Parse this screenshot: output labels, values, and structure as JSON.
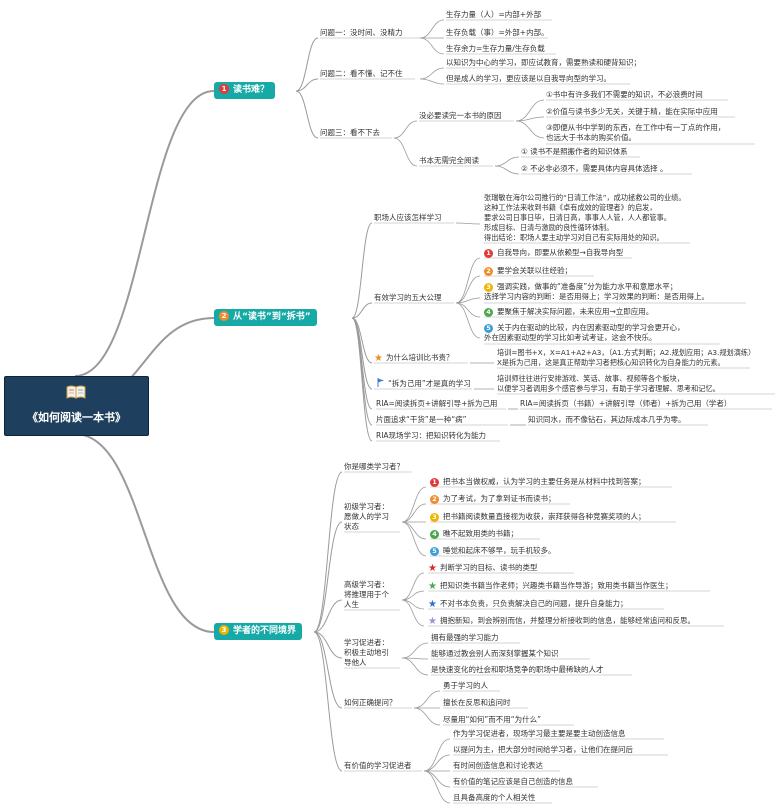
{
  "colors": {
    "branch_teal": "#17a9a6",
    "central_bg": "#1f3f5e",
    "line_gray": "#9a9a9a",
    "badge_red": "#e23a3a",
    "badge_orange": "#f08c2a",
    "badge_yellow": "#f0b400",
    "badge_green": "#4aa84a",
    "badge_blue": "#3a9fd8"
  },
  "icons": {
    "central": "open-book-icon",
    "star": "star-icon",
    "flag": "flag-icon"
  },
  "central": {
    "title": "《如何阅读一本书》"
  },
  "b1": {
    "label": "读书难？",
    "num": "1",
    "q1": {
      "label": "问题一：没时间、没精力",
      "c": [
        "生存力量（人）=内部+外部",
        "生存负载（事）=外部+内部。",
        "生存余力=生存力量/生存负载"
      ]
    },
    "q2": {
      "label": "问题二：看不懂、记不住",
      "c": [
        "以知识为中心的学习，即应试教育，需要熟读和硬背知识；",
        "但是成人的学习，更应该是以自我导向型的学习。"
      ]
    },
    "q3": {
      "label": "问题三：看不下去",
      "s1": {
        "label": "没必要读完一本书的原因",
        "c": [
          "①书中有许多我们不需要的知识，不必浪费时间",
          "②价值与读书多少无关，关键于精，能在实际中应用",
          "③即便从书中学到的东西，在工作中有一丁点的作用，\n也远大于书本的购买价值。"
        ]
      },
      "s2": {
        "label": "书本无需完全阅读",
        "c": [
          "① 读书不是照搬作者的知识体系",
          "② 不必非必须不，需要具体内容具体选择 。"
        ]
      }
    }
  },
  "b2": {
    "label": "从“读书”到“拆书”",
    "num": "2",
    "n1": {
      "label": "职场人应该怎样学习",
      "text": "张瑞敏在海尔公司推行的“日清工作法”，成功拯救公司的业绩。\n这种工作法来收到书籍《卓有成效的管理者》的启发，\n要求公司日事日毕，日清日高，事事人人管，人人都管事。\n形成目标、日清与激励的良性循环体制。\n得出结论：职场人要主动学习对自己有实际用处的知识。"
    },
    "n2": {
      "label": "有效学习的五大公理",
      "c": [
        {
          "num": "1",
          "text": "自我导向，即要从依赖型→自我导向型"
        },
        {
          "num": "2",
          "text": "要学会关联以往经验；"
        },
        {
          "num": "3",
          "text": "强调实践，做事的“准备度”分为能力水平和意愿水平；\n选择学习内容的判断：是否用得上；学习效果的判断：是否用得上。"
        },
        {
          "num": "4",
          "text": "要聚焦于解决实际问题，未来应用→立即应用。"
        },
        {
          "num": "5",
          "text": "关于内在驱动的比较，内在因素驱动型的学习会更开心，\n外在因素驱动型的学习比如考试考证，这会不快乐。"
        }
      ]
    },
    "n3": {
      "label": "为什么培训比书贵？",
      "text": "培训=图书+X，X=A1+A2+A3，（A1.方式判断；A2.规划应用；A3.规划演练）\nX是拆为己用，这是真正帮助学习者把核心知识转化为自身能力的元素。"
    },
    "n4": {
      "label": "“拆为己用”才是真的学习",
      "text": "培训师往往进行安排游戏、笑话、故事、视频等各个板块，\n以便学习者调用多个感官参与学习，有助于学习者理解、思考和记忆。"
    },
    "n5": {
      "label": "RIA=阅读拆页+讲解引导+拆为己用",
      "text": "RIA=阅读拆页（书籍）+讲解引导（师者）+拆为己用（学者）"
    },
    "n6": {
      "label": "片面追求“干货”是一种“病”",
      "text": "知识同水，而不像钻石，其边际成本几乎为零。"
    },
    "n7": {
      "label": "RIA现场学习：把知识转化为能力"
    }
  },
  "b3": {
    "label": "学者的不同境界",
    "num": "3",
    "m1": {
      "label": "你是哪类学习者？"
    },
    "m2": {
      "label": "初级学习者：\n愿做人的学习\n状态",
      "c": [
        {
          "num": "1",
          "text": "把书本当做权威，认为学习的主要任务是从材料中找到答案；"
        },
        {
          "num": "2",
          "text": "为了考试，为了拿到证书而读书；"
        },
        {
          "num": "3",
          "text": "把书籍阅读数量直接视为收获，崇拜获得各种竞赛奖项的人；"
        },
        {
          "num": "4",
          "text": "瞧不起致用类的书籍；"
        },
        {
          "num": "5",
          "text": "睡觉和起床不够早，玩手机较多。"
        }
      ]
    },
    "m3": {
      "label": "高级学习者：\n将推理用于个\n人生",
      "c": [
        "判断学习的目标、读书的类型",
        "把知识类书籍当作老师；兴趣类书籍当作导游；致用类书籍当作医生；",
        "不对书本负责，只负责解决自己的问题，提升自身能力；",
        "拥抱新知，到会辨别而信，并整理分析接收到的信息，能够经常追问和反思。"
      ]
    },
    "m4": {
      "label": "学习促进者：\n积极主动地引\n导他人",
      "c": [
        "拥有最强的学习能力",
        "能够通过教会别人而深刻掌握某个知识",
        "是快速变化的社会和职场竞争的职场中最稀缺的人才"
      ]
    },
    "m5": {
      "label": "如何正确提问？",
      "c": [
        "勇于学习的人",
        "擅长在反思和追问时",
        "尽量用“如何”而不用“为什么”"
      ]
    },
    "m6": {
      "label": "有价值的学习促进者",
      "c": [
        "作为学习促进者，现场学习最主要是要主动创造信息",
        "以提问为主，把大部分时间给学习者，让他们在提问后",
        "有时间创造信息和讨论表达",
        "有价值的笔记应该是自己创造的信息",
        "且具备高度的个人相关性"
      ]
    }
  }
}
